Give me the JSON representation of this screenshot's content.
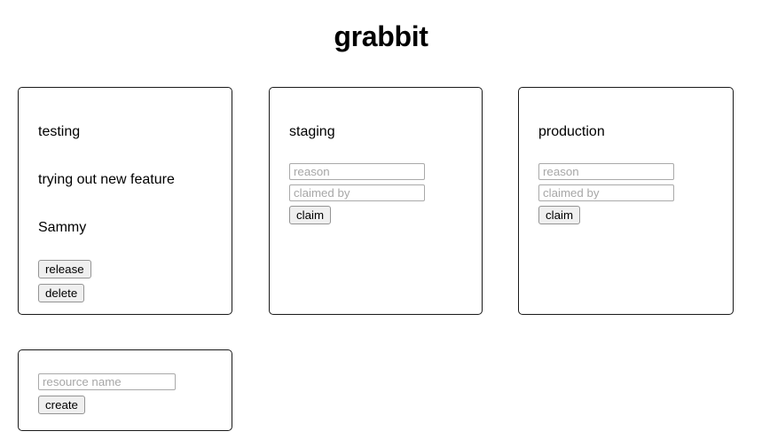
{
  "app": {
    "title": "grabbit"
  },
  "resources": [
    {
      "name": "testing",
      "state": "claimed",
      "reason": "trying out new feature",
      "claimed_by": "Sammy",
      "release_label": "release",
      "delete_label": "delete"
    },
    {
      "name": "staging",
      "state": "free",
      "reason_placeholder": "reason",
      "claimed_by_placeholder": "claimed by",
      "reason_value": "",
      "claimed_by_value": "",
      "claim_label": "claim"
    },
    {
      "name": "production",
      "state": "free",
      "reason_placeholder": "reason",
      "claimed_by_placeholder": "claimed by",
      "reason_value": "",
      "claimed_by_value": "",
      "claim_label": "claim"
    }
  ],
  "create_form": {
    "resource_name_placeholder": "resource name",
    "resource_name_value": "",
    "create_label": "create"
  },
  "colors": {
    "background": "#ffffff",
    "text": "#000000",
    "card_border": "#1a1a1a",
    "input_border": "#a9a9a9",
    "placeholder": "#a7a7a7",
    "button_face": "#efefef",
    "button_border": "#949494"
  }
}
